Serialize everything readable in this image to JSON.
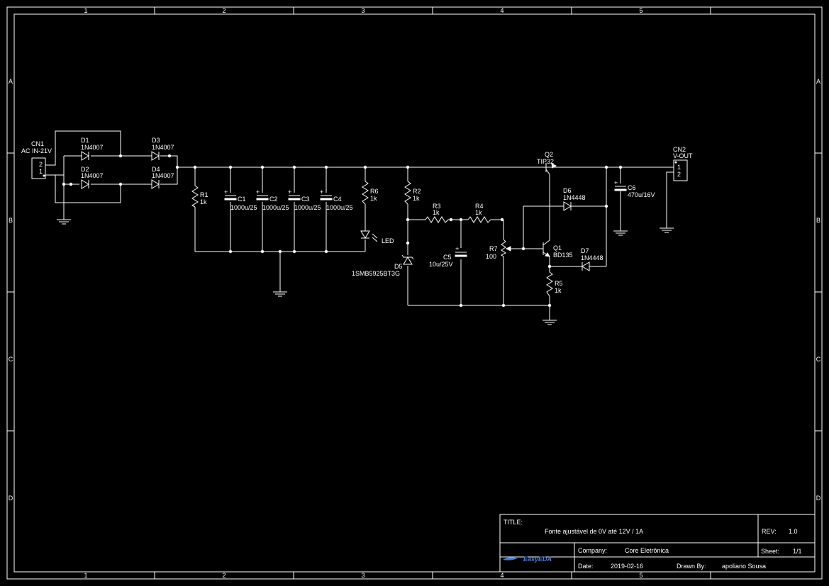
{
  "frame": {
    "columns": [
      "1",
      "2",
      "3",
      "4",
      "5"
    ],
    "rows": [
      "A",
      "B",
      "C",
      "D"
    ]
  },
  "components": {
    "cn1": {
      "ref": "CN1",
      "value": "AC IN-21V",
      "pins": [
        "2",
        "1"
      ]
    },
    "cn2": {
      "ref": "CN2",
      "value": "V-OUT",
      "pins": [
        "1",
        "2"
      ]
    },
    "d1": {
      "ref": "D1",
      "value": "1N4007"
    },
    "d2": {
      "ref": "D2",
      "value": "1N4007"
    },
    "d3": {
      "ref": "D3",
      "value": "1N4007"
    },
    "d4": {
      "ref": "D4",
      "value": "1N4007"
    },
    "r1": {
      "ref": "R1",
      "value": "1k"
    },
    "c1": {
      "ref": "C1",
      "value": "1000u/25"
    },
    "c2": {
      "ref": "C2",
      "value": "1000u/25"
    },
    "c3": {
      "ref": "C3",
      "value": "1000u/25"
    },
    "c4": {
      "ref": "C4",
      "value": "1000u/25"
    },
    "r6": {
      "ref": "R6",
      "value": "1k"
    },
    "led": {
      "value": "LED"
    },
    "r2": {
      "ref": "R2",
      "value": "1k"
    },
    "d5": {
      "ref": "D5",
      "value": "1SMB5925BT3G"
    },
    "r3": {
      "ref": "R3",
      "value": "1k"
    },
    "r4": {
      "ref": "R4",
      "value": "1k"
    },
    "c5": {
      "ref": "C5",
      "value": "10u/25V"
    },
    "r7": {
      "ref": "R7",
      "value": "100"
    },
    "q1": {
      "ref": "Q1",
      "value": "BD135"
    },
    "q2": {
      "ref": "Q2",
      "value": "TIP32"
    },
    "d6": {
      "ref": "D6",
      "value": "1N4448"
    },
    "d7": {
      "ref": "D7",
      "value": "1N4448"
    },
    "r5": {
      "ref": "R5",
      "value": "1k"
    },
    "c6": {
      "ref": "C6",
      "value": "470u/16V"
    },
    "polarity_mark": "+"
  },
  "title_block": {
    "title_label": "TITLE:",
    "title": "Fonte ajustável de 0V até 12V / 1A",
    "rev_label": "REV:",
    "rev": "1.0",
    "company_label": "Company:",
    "company": "Core Eletrônica",
    "sheet_label": "Sheet:",
    "sheet": "1/1",
    "date_label": "Date:",
    "date": "2019-02-16",
    "drawn_label": "Drawn By:",
    "drawn_by": "apoliano Sousa",
    "logo": "EasyEDA"
  }
}
